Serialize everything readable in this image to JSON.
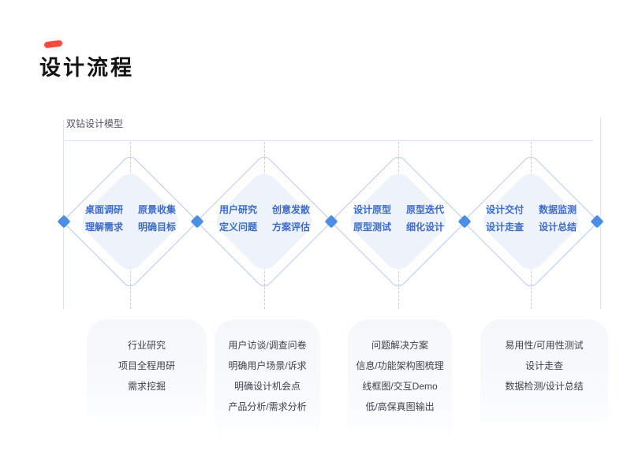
{
  "page": {
    "title": "设计流程"
  },
  "chart": {
    "label": "双钻设计模型",
    "diamonds": [
      {
        "l1": "桌面调研",
        "l2": "理解需求",
        "r1": "原景收集",
        "r2": "明确目标"
      },
      {
        "l1": "用户研究",
        "l2": "定义问题",
        "r1": "创意发散",
        "r2": "方案评估"
      },
      {
        "l1": "设计原型",
        "l2": "原型测试",
        "r1": "原型迭代",
        "r2": "细化设计"
      },
      {
        "l1": "设计交付",
        "l2": "设计走查",
        "r1": "数据监测",
        "r2": "设计总结"
      }
    ]
  },
  "cards": [
    {
      "rows": [
        "行业研究",
        "项目全程用研",
        "需求挖掘"
      ]
    },
    {
      "rows": [
        "用户访谈/调查问卷",
        "明确用户场景/诉求",
        "明确设计机会点",
        "产品分析/需求分析"
      ]
    },
    {
      "rows": [
        "问题解决方案",
        "信息/功能架构图梳理",
        "线框图/交互Demo",
        "低/高保真图输出"
      ]
    },
    {
      "rows": [
        "易用性/可用性测试",
        "设计走查",
        "数据检测/设计总结"
      ]
    }
  ],
  "colors": {
    "accent_red": "#F8493C",
    "connector_blue": "#4A8EE5",
    "diamond_text_blue": "#3D6CC8",
    "line_blue": "#BDD0F2",
    "frame_line": "#DCE4F1",
    "inner_diamond_fill": "#EDF2FB",
    "card_bg": "#F5F7FA",
    "card_text": "#3E434A"
  }
}
